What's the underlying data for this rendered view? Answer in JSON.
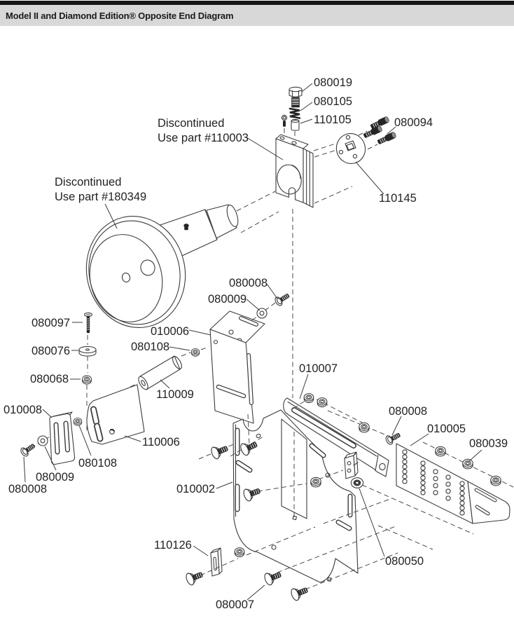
{
  "header": {
    "title": "Model II and Diamond Edition® Opposite End Diagram"
  },
  "notes": {
    "n110003": {
      "line1": "Discontinued",
      "line2": "Use part #110003"
    },
    "n180349": {
      "line1": "Discontinued",
      "line2": "Use part #180349"
    }
  },
  "labels": {
    "l080019": "080019",
    "l080105": "080105",
    "l110105": "110105",
    "l080094": "080094",
    "l110145": "110145",
    "l080008_top": "080008",
    "l080009_top": "080009",
    "l080097": "080097",
    "l010006": "010006",
    "l080108_top": "080108",
    "l080076": "080076",
    "l010007": "010007",
    "l080068": "080068",
    "l110009": "110009",
    "l010008": "010008",
    "l080008_right": "080008",
    "l010005": "010005",
    "l110006": "110006",
    "l080039": "080039",
    "l080108_left": "080108",
    "l080009_left": "080009",
    "l080008_left": "080008",
    "l010002": "010002",
    "l110126": "110126",
    "l080050": "080050",
    "l080007": "080007"
  }
}
